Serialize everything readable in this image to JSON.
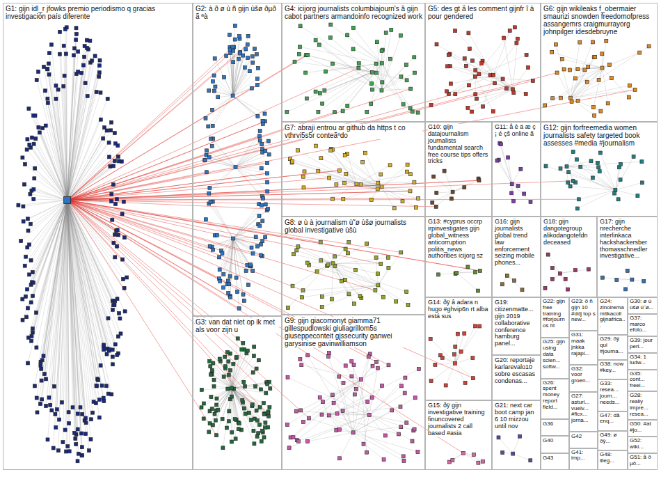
{
  "diagram": {
    "nodes": [
      {
        "text": [
          "G1: gijn idl_r jfowks premio periodismo q gracias investigación país diferente"
        ]
      },
      {
        "text": [
          "G2: à ð ø ù ñ gijn ùšø ðµð ã ªà"
        ]
      },
      {
        "text": [
          "G3: van dat niet op ik met als voor zijn u"
        ]
      },
      {
        "text": [
          "G4: icijorg journalists columbiajourn's â gijn cabot partners armandoinfo recognized work"
        ]
      },
      {
        "text": [
          "G5: des gt ã les comment gijnfr î à pour gendered"
        ]
      },
      {
        "text": [
          "G6: gijn wikileaks f_obermaier smaurizi snowden freedomofpress assangemrs craigmurrayorg johnpilger idesdebruyne"
        ]
      },
      {
        "text": [
          "G7: abraji entrou ar github da https t co vthrvi5s5r conteãºdo"
        ]
      },
      {
        "text": [
          "G8: ø ù à journalism ù˜ø ùšø journalists global investigative ùšù"
        ]
      },
      {
        "text": [
          "G9: gijn giacomonyt giamma71 gillespudlowski giuliagrillom5s giuseppeconteit gjssecurity ganwei garysinise gavinwilliamson"
        ]
      },
      {
        "text": [
          "G10: gijn datajournalism journalists fundamental search free course tips offers tricks"
        ]
      },
      {
        "text": [
          "G11: å è ä æ ç ¡ é çš online ã"
        ]
      },
      {
        "text": [
          "G12: gijn forfreemedia women journalists safety targeted book assesses #media #journalism"
        ]
      },
      {
        "text": [
          "G13: #cyprus occrp irpinvestigates gijn global_witness anticorruption politis_news authorities icijorg sz"
        ]
      },
      {
        "text": [
          "G14: ðÿ â adara n hugo #ghvip6n rt alba está sus"
        ]
      },
      {
        "text": [
          "G15: ðÿ gijn investigative training finuncovered journalists 2 call based #asia"
        ]
      },
      {
        "text": [
          "G16: gijn journalists global trend law enforcement seizing mobile phones..."
        ]
      },
      {
        "text": [
          "G17: gijn nrecherche interlinkaca hackshackersber thomasschnedler investigative..."
        ]
      },
      {
        "text": [
          "G18: gijn dangotegroup alikodangotefdn deceased"
        ]
      },
      {
        "text": [
          "G19: citizenmatte... gijn 2019 collaborative conference hamburg panel..."
        ]
      },
      {
        "text": [
          "G20: reportaje karlarevalo10 sobre escasas condenas..."
        ]
      },
      {
        "text": [
          "G21: next car boot camp jan 6 10 mizzou until nov"
        ]
      },
      {
        "text": [
          "G22: gijn free training #forjournos ht"
        ]
      },
      {
        "text": [
          "G23: ð ñ gijn 10 #ddj top s new..."
        ]
      },
      {
        "text": [
          "G24: zinoirema mtikacoll gijnafrica..."
        ]
      },
      {
        "text": [
          "G25: gijn using data scien... softw..."
        ]
      },
      {
        "text": [
          "G26: spent money report field..."
        ]
      },
      {
        "text": [
          "G27: asturi... vuelv... #ficx... jorna..."
        ]
      },
      {
        "text": [
          "G28: really impre... resea..."
        ]
      },
      {
        "text": [
          "G29: ðÿ qui #journa..."
        ]
      },
      {
        "text": [
          "G30: ø ù ùšø ù˜ø..."
        ]
      },
      {
        "text": [
          "G31: maak jnkka rajapi..."
        ]
      },
      {
        "text": [
          "G32: voor groen..."
        ]
      },
      {
        "text": [
          "G33: resea... journ... needs..."
        ]
      },
      {
        "text": [
          "G34: 1 ludw..."
        ]
      },
      {
        "text": [
          "G35: cont... freel..."
        ]
      },
      {
        "text": [
          "G36"
        ]
      },
      {
        "text": [
          "G37: marco efoto..."
        ]
      },
      {
        "text": [
          "G38: now #key..."
        ]
      },
      {
        "text": [
          "G39: jour perl..."
        ]
      },
      {
        "text": [
          "G40"
        ]
      },
      {
        "text": [
          "G41: imp..."
        ]
      },
      {
        "text": [
          "G42"
        ]
      },
      {
        "text": [
          "G43"
        ]
      },
      {
        "text": [
          "G47: dã enq..."
        ]
      },
      {
        "text": [
          "G48: illeg..."
        ]
      },
      {
        "text": [
          "G49: ø ðÿ..."
        ]
      },
      {
        "text": [
          "G50: #at #jo..."
        ]
      },
      {
        "text": [
          "G51: å ð µð..."
        ]
      },
      {
        "text": [
          "G52: wiki..."
        ]
      }
    ]
  }
}
